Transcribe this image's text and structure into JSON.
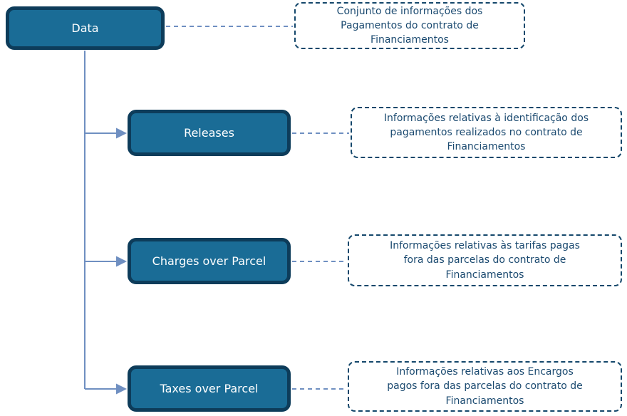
{
  "diagram": {
    "root": {
      "label": "Data",
      "note": "Conjunto de informações dos\nPagamentos do contrato de\nFinanciamentos"
    },
    "children": [
      {
        "label": "Releases",
        "note": "Informações relativas à identificação dos\npagamentos realizados no contrato de\nFinanciamentos"
      },
      {
        "label": "Charges over Parcel",
        "note": "Informações relativas às tarifas pagas\nfora das parcelas do contrato de\nFinanciamentos"
      },
      {
        "label": "Taxes over Parcel",
        "note": "Informações relativas aos Encargos\npagos fora das parcelas do contrato de\nFinanciamentos"
      }
    ],
    "colors": {
      "node_fill": "#1A6C96",
      "node_border": "#0D3C5A",
      "node_text": "#FFFFFF",
      "note_border": "#14476B",
      "note_text": "#1B4A70",
      "connector": "#6F8FC1"
    }
  }
}
